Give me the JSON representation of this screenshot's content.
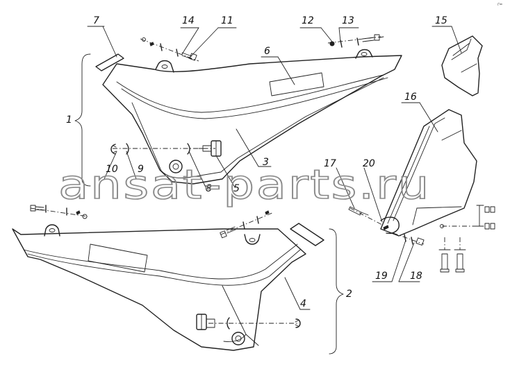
{
  "corner_mark": "г═",
  "watermark": "ansat-parts.ru",
  "labels": {
    "l1": "1",
    "l2": "2",
    "l3": "3",
    "l4": "4",
    "l5": "5",
    "l6": "6",
    "l7": "7",
    "l8": "8",
    "l9": "9",
    "l10": "10",
    "l11": "11",
    "l12": "12",
    "l13": "13",
    "l14": "14",
    "l15": "15",
    "l16": "16",
    "l17": "17",
    "l18": "18",
    "l19": "19",
    "l20": "20"
  }
}
